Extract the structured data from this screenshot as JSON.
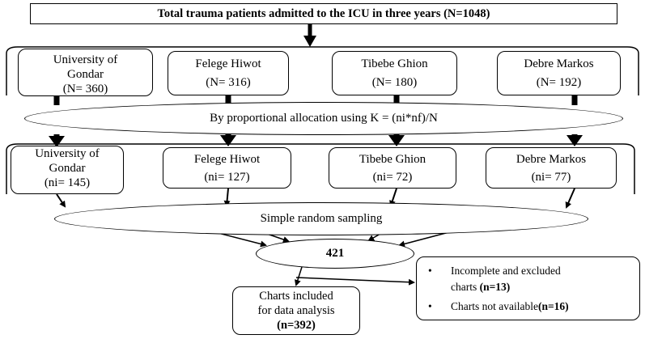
{
  "title": "Total trauma patients admitted to the ICU in three years (N=1048)",
  "hospitals": [
    {
      "name": "University of Gondar",
      "name_l1": "University of",
      "name_l2": "Gondar",
      "count": "(N= 360)"
    },
    {
      "name": "Felege Hiwot",
      "count": "(N= 316)"
    },
    {
      "name": "Tibebe Ghion",
      "count": "(N= 180)"
    },
    {
      "name": "Debre Markos",
      "count": "(N= 192)"
    }
  ],
  "allocation": "By proportional allocation using K = (ni*nf)/N",
  "samples": [
    {
      "name_l1": "University of",
      "name_l2": "Gondar",
      "count": "(ni= 145)"
    },
    {
      "name": "Felege Hiwot",
      "count": "(ni= 127)"
    },
    {
      "name": "Tibebe Ghion",
      "count": "(ni= 72)"
    },
    {
      "name": "Debre Markos",
      "count": "(ni= 77)"
    }
  ],
  "random_sampling": "Simple random sampling",
  "sampled_total": "421",
  "included": {
    "line1": "Charts included",
    "line2": "for data analysis",
    "count": "(n=392)"
  },
  "excluded": {
    "bullet": "•",
    "item1_text": "Incomplete and excluded",
    "item1_text2": "charts ",
    "item1_count": "(n=13)",
    "item2_text": "Charts not available",
    "item2_count": "(n=16)"
  }
}
